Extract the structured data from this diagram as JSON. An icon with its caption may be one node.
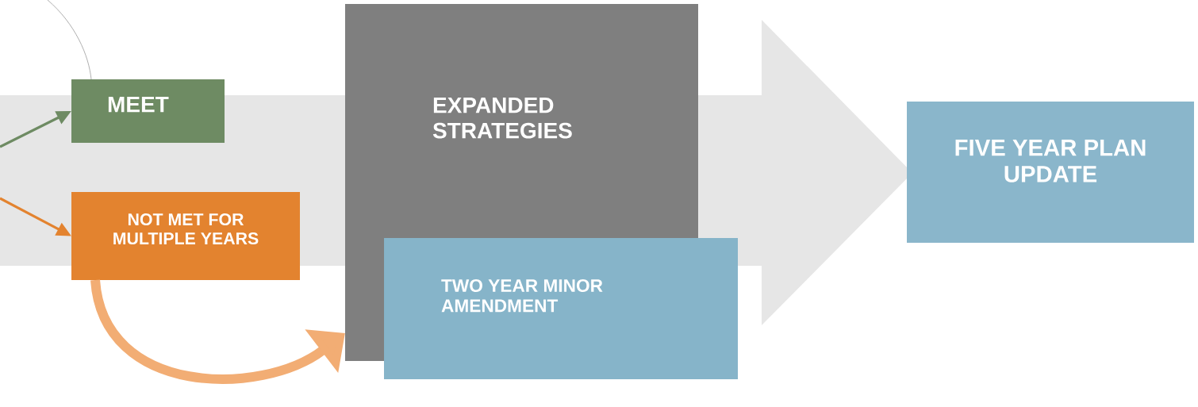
{
  "diagram": {
    "nodes": [
      {
        "text": [
          "MEET"
        ]
      },
      {
        "text": [
          "NOT MET FOR MULTIPLE YEARS"
        ]
      },
      {
        "text": [
          "EXPANDED STRATEGIES"
        ]
      },
      {
        "text": [
          "TWO YEAR MINOR AMENDMENT"
        ]
      },
      {
        "text": [
          "FIVE YEAR PLAN UPDATE"
        ]
      }
    ],
    "edges": [
      {
        "from": null,
        "to": 0,
        "arrow": "to",
        "color": "#6e8b63"
      },
      {
        "from": null,
        "to": 1,
        "arrow": "to",
        "color": "#e3832f"
      },
      {
        "from": 1,
        "to": 2,
        "arrow": "to",
        "style": "thick",
        "color": "#f2ad74"
      },
      {
        "from": null,
        "to": 0,
        "arrow": "none",
        "color": "#9a9a9a"
      }
    ]
  }
}
